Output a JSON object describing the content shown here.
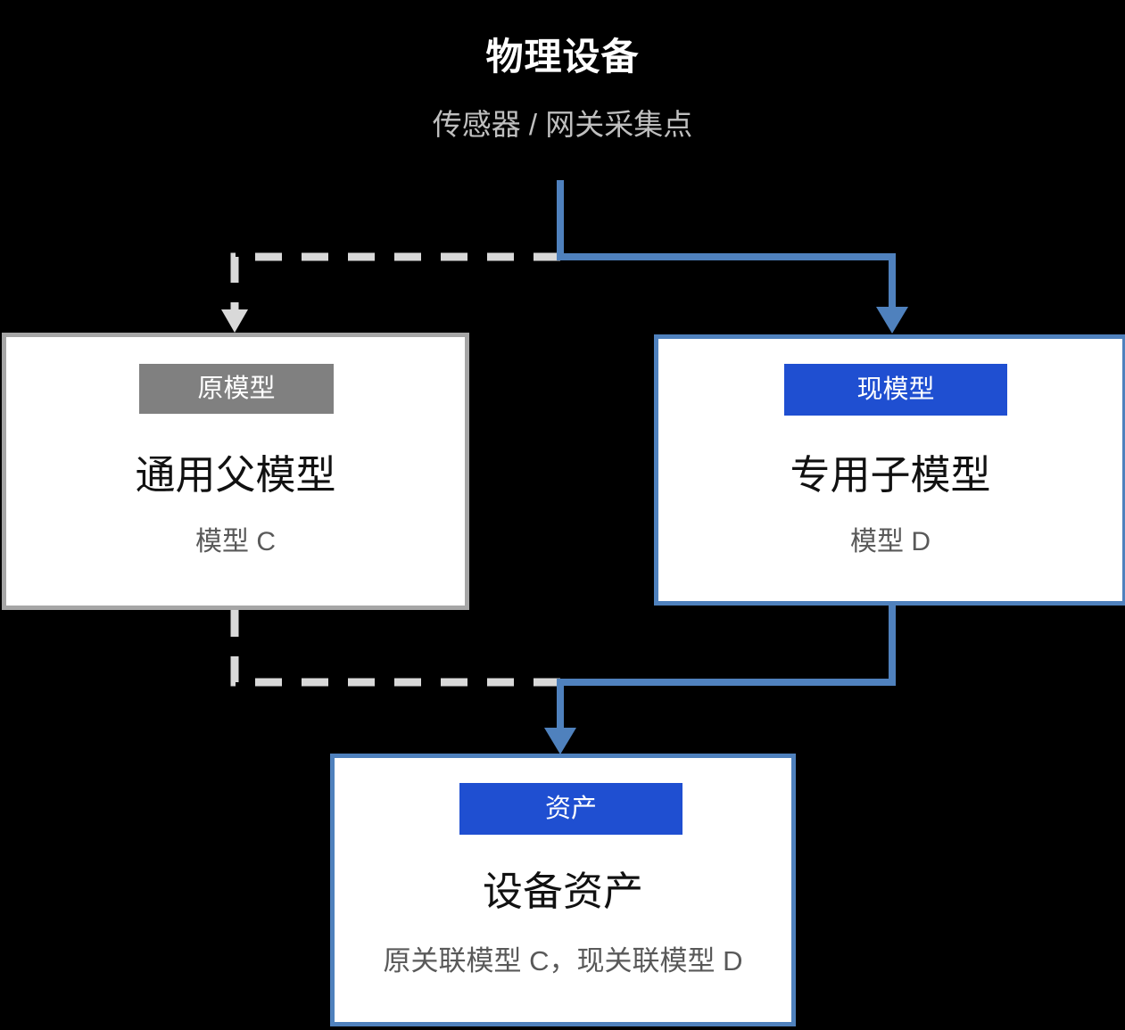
{
  "header": {
    "title": "物理设备",
    "subtitle": "传感器 / 网关采集点"
  },
  "nodes": [
    {
      "id": "legacy-model",
      "badge": "原模型",
      "title": "通用父模型",
      "subtitle": "模型 C",
      "border_color": "#a6a6a6",
      "badge_color": "#808080"
    },
    {
      "id": "current-model",
      "badge": "现模型",
      "title": "专用子模型",
      "subtitle": "模型 D",
      "border_color": "#4f81bd",
      "badge_color": "#1f4fd1"
    },
    {
      "id": "asset",
      "badge": "资产",
      "title": "设备资产",
      "subtitle": "原关联模型 C，现关联模型 D",
      "border_color": "#4f81bd",
      "badge_color": "#1f4fd1"
    }
  ],
  "connectors": [
    {
      "id": "device-to-legacy-model",
      "style": "dashed",
      "color": "#d9d9d9",
      "arrow": "down"
    },
    {
      "id": "device-to-current-model",
      "style": "solid",
      "color": "#4f81bd",
      "arrow": "down"
    },
    {
      "id": "legacy-model-to-asset",
      "style": "dashed",
      "color": "#d9d9d9",
      "arrow": "none"
    },
    {
      "id": "current-model-to-asset",
      "style": "solid",
      "color": "#4f81bd",
      "arrow": "down"
    }
  ],
  "colors": {
    "background": "#000000",
    "title_text": "#ffffff",
    "subtitle_text": "#bfbfbf",
    "node_fill": "#ffffff",
    "node_title_text": "#111111",
    "node_sub_text": "#595959",
    "legacy_accent": "#a6a6a6",
    "current_accent": "#4f81bd",
    "badge_blue": "#1f4fd1",
    "badge_gray": "#808080",
    "dashed_line": "#d9d9d9"
  }
}
